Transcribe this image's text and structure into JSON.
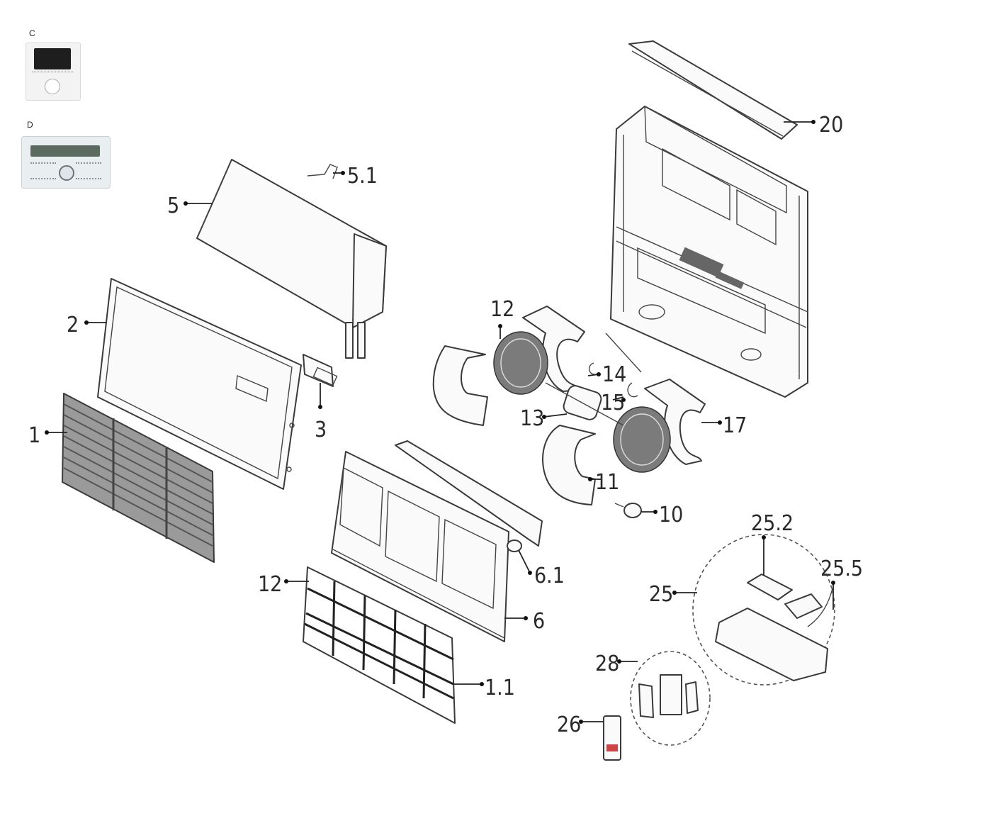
{
  "thumbnails": {
    "c_label": "C",
    "d_label": "D"
  },
  "callouts": {
    "p20": "20",
    "p5_1": "5.1",
    "p5": "5",
    "p2": "2",
    "p1": "1",
    "p3": "3",
    "p12_top": "12",
    "p14": "14",
    "p15": "15",
    "p13": "13",
    "p17": "17",
    "p11": "11",
    "p10": "10",
    "p6_1": "6.1",
    "p6": "6",
    "p12_bottom": "12",
    "p1_1": "1.1",
    "p25_2": "25.2",
    "p25_5": "25.5",
    "p25": "25",
    "p28": "28",
    "p26": "26"
  }
}
